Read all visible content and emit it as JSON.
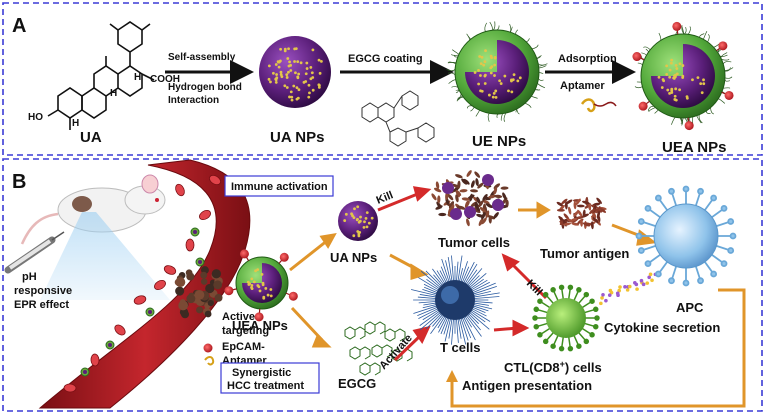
{
  "panelA": {
    "letter": "A",
    "ua_cooh": "COOH",
    "ua_ho": "HO",
    "h1": "H",
    "h2": "H",
    "h3": "H",
    "arrow1_top": "Self-assembly",
    "arrow1_bottom1": "Hydrogen bond",
    "arrow1_bottom2": "Interaction",
    "arrow2_top": "EGCG coating",
    "arrow3_top": "Adsorption",
    "arrow3_bottom": "Aptamer",
    "label_ua": "UA",
    "label_uanps": "UA NPs",
    "label_uenps": "UE NPs",
    "label_ueanps": "UEA NPs"
  },
  "panelB": {
    "letter": "B",
    "immune_activation": "Immune activation",
    "ph1": "pH",
    "ph2": "responsive",
    "ph3": "EPR effect",
    "uea_nps": "UEA NPs",
    "active1": "Active-",
    "active2": "targeting",
    "epcam1": "EpCAM-",
    "epcam2": "Aptamer",
    "synergistic1": "Synergistic",
    "synergistic2": "HCC treatment",
    "ua_nps": "UA NPs",
    "egcg": "EGCG",
    "kill1": "Kill",
    "kill2": "Kill",
    "activate": "Activate",
    "tumor_cells": "Tumor cells",
    "tumor_antigen": "Tumor antigen",
    "t_cells": "T cells",
    "ctl": "CTL(CD8",
    "ctl_sup": "+",
    "ctl_end": ") cells",
    "apc": "APC",
    "cytokine": "Cytokine secretion",
    "antigen_presentation": "Antigen presentation"
  },
  "colors": {
    "border_blue": "#3b3bd6",
    "nanoparticle_purple": "#5b1f7a",
    "shell_green": "#52a83a",
    "arrow_orange": "#e0952a",
    "arrow_red": "#d42a2a",
    "vessel_red": "#b81d23",
    "gold_dots": "#e3c64a"
  }
}
